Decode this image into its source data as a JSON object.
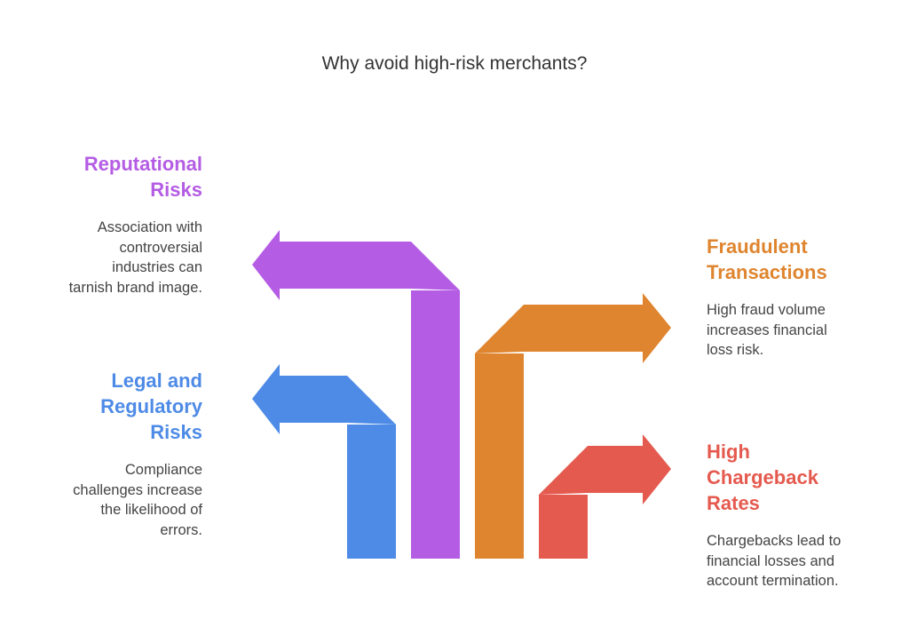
{
  "title": "Why avoid high-risk merchants?",
  "colors": {
    "purple": "#B55CE4",
    "blue": "#4E8BE6",
    "orange": "#DF852F",
    "red": "#E55A4F"
  },
  "items": [
    {
      "key": "reputational",
      "title_line1": "Reputational",
      "title_line2": "Risks",
      "desc_line1": "Association with",
      "desc_line2": "controversial",
      "desc_line3": "industries can",
      "desc_line4": "tarnish brand image.",
      "color": "#B55CE4"
    },
    {
      "key": "legal",
      "title_line1": "Legal and",
      "title_line2": "Regulatory",
      "title_line3": "Risks",
      "desc_line1": "Compliance",
      "desc_line2": "challenges increase",
      "desc_line3": "the likelihood of",
      "desc_line4": "errors.",
      "color": "#4E8BE6"
    },
    {
      "key": "fraud",
      "title_line1": "Fraudulent",
      "title_line2": "Transactions",
      "desc_line1": "High fraud volume",
      "desc_line2": "increases financial",
      "desc_line3": "loss risk.",
      "color": "#DF852F"
    },
    {
      "key": "chargeback",
      "title_line1": "High",
      "title_line2": "Chargeback",
      "title_line3": "Rates",
      "desc_line1": "Chargebacks lead to",
      "desc_line2": "financial losses and",
      "desc_line3": "account termination.",
      "color": "#E55A4F"
    }
  ]
}
